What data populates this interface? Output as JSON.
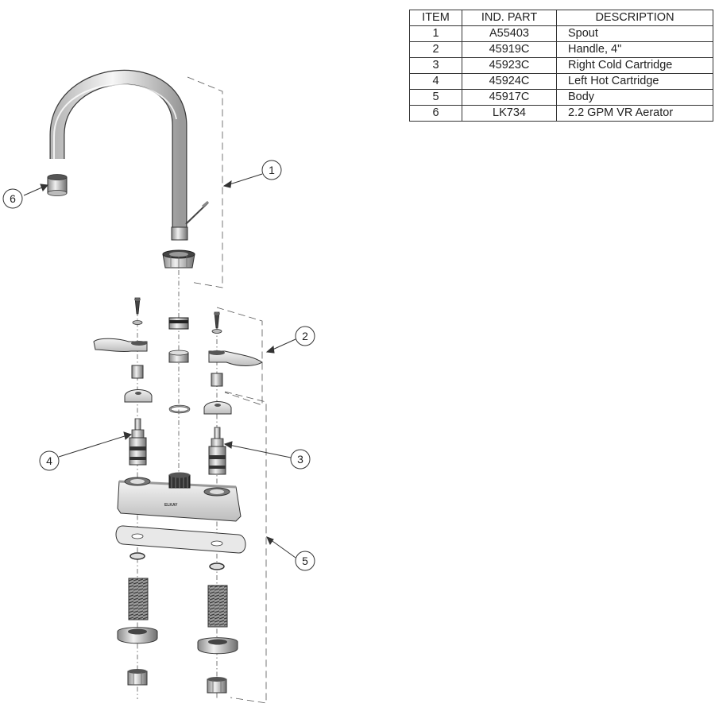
{
  "table": {
    "headers": [
      "ITEM",
      "IND. PART",
      "DESCRIPTION"
    ],
    "rows": [
      {
        "item": "1",
        "part": "A55403",
        "description": "Spout"
      },
      {
        "item": "2",
        "part": "45919C",
        "description": "Handle, 4\""
      },
      {
        "item": "3",
        "part": "45923C",
        "description": "Right Cold Cartridge"
      },
      {
        "item": "4",
        "part": "45924C",
        "description": "Left Hot Cartridge"
      },
      {
        "item": "5",
        "part": "45917C",
        "description": "Body"
      },
      {
        "item": "6",
        "part": "LK734",
        "description": "2.2 GPM VR Aerator"
      }
    ]
  },
  "callouts": {
    "c1": "1",
    "c2": "2",
    "c3": "3",
    "c4": "4",
    "c5": "5",
    "c6": "6"
  },
  "body_brand": "ELKAY"
}
